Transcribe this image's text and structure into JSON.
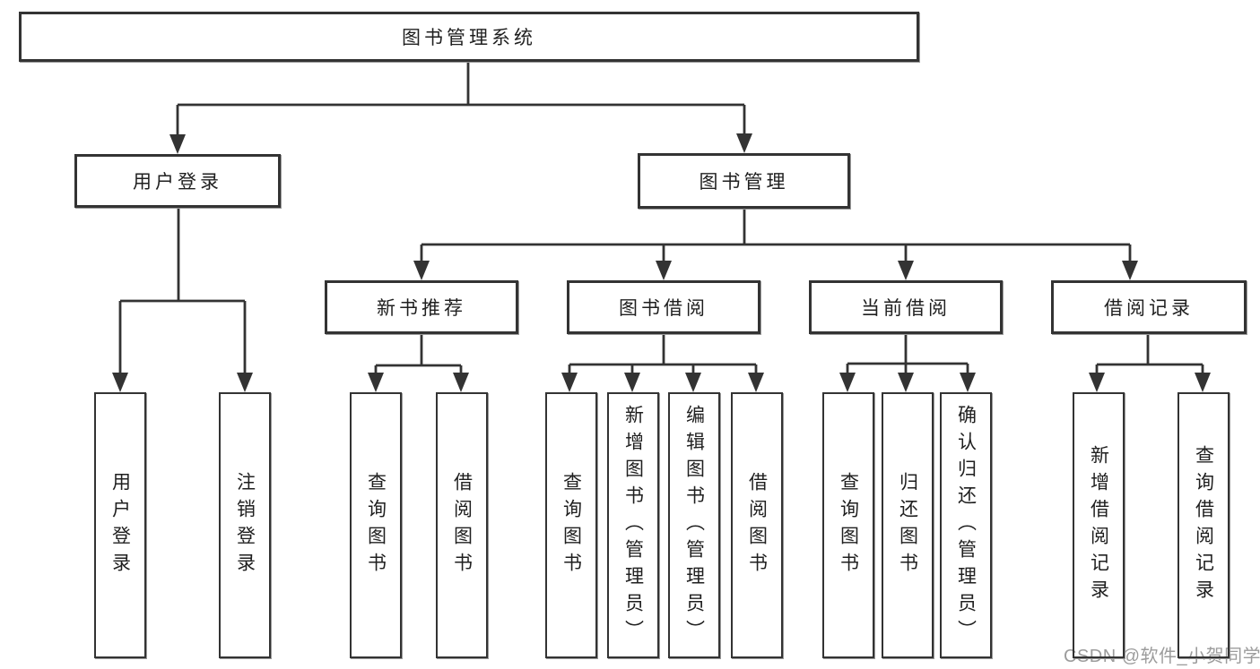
{
  "tree": {
    "root": "图书管理系统",
    "children": [
      {
        "label": "用户登录",
        "children": [
          {
            "label": "用户登录"
          },
          {
            "label": "注销登录"
          }
        ]
      },
      {
        "label": "图书管理",
        "children": [
          {
            "label": "新书推荐",
            "children": [
              {
                "label": "查询图书"
              },
              {
                "label": "借阅图书"
              }
            ]
          },
          {
            "label": "图书借阅",
            "children": [
              {
                "label": "查询图书"
              },
              {
                "label": "新增图书（管理员）"
              },
              {
                "label": "编辑图书（管理员）"
              },
              {
                "label": "借阅图书"
              }
            ]
          },
          {
            "label": "当前借阅",
            "children": [
              {
                "label": "查询图书"
              },
              {
                "label": "归还图书"
              },
              {
                "label": "确认归还（管理员）"
              }
            ]
          },
          {
            "label": "借阅记录",
            "children": [
              {
                "label": "新增借阅记录"
              },
              {
                "label": "查询借阅记录"
              }
            ]
          }
        ]
      }
    ]
  },
  "watermark": "CSDN @软件_小贺同学",
  "colors": {
    "line": "#333333",
    "box_border": "#333333",
    "box_fill": "#ffffff",
    "text": "#1f1f1f",
    "watermark": "#9c9c9c",
    "background": "#ffffff"
  }
}
